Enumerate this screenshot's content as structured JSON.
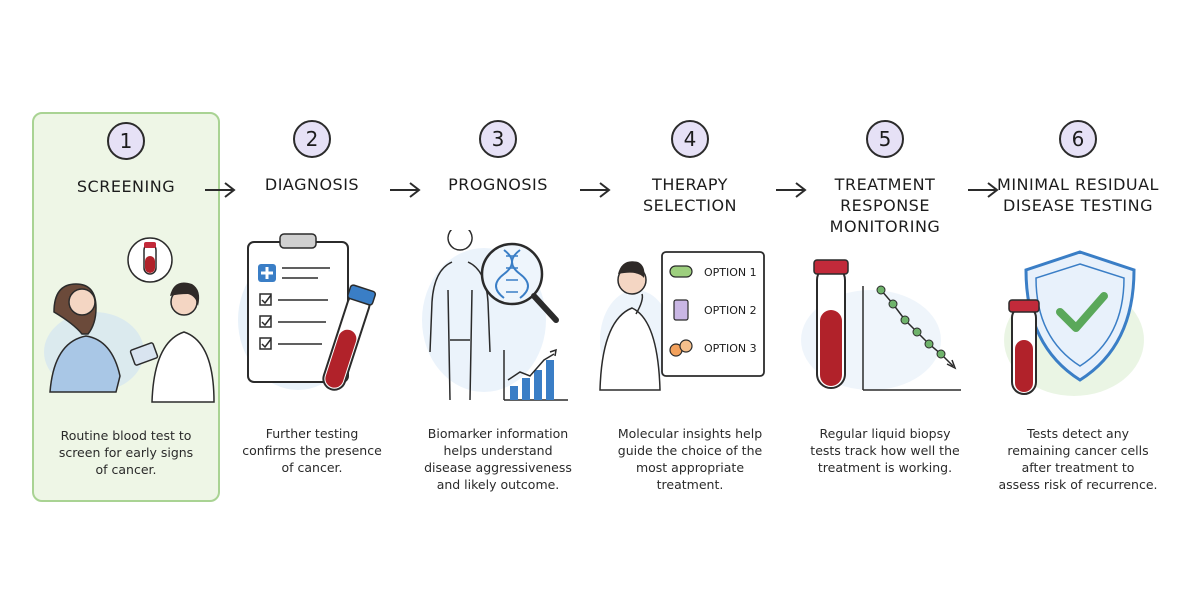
{
  "stages": [
    {
      "number": "1",
      "title": [
        "SCREENING"
      ],
      "desc": [
        "Routine blood test to",
        "screen for early signs",
        "of cancer."
      ]
    },
    {
      "number": "2",
      "title": [
        "DIAGNOSIS"
      ],
      "desc": [
        "Further testing",
        "confirms the presence",
        "of cancer."
      ]
    },
    {
      "number": "3",
      "title": [
        "PROGNOSIS"
      ],
      "desc": [
        "Biomarker information",
        "helps understand",
        "disease aggressiveness",
        "and likely outcome."
      ]
    },
    {
      "number": "4",
      "title": [
        "THERAPY",
        "SELECTION"
      ],
      "desc": [
        "Molecular insights help",
        "guide the choice of the",
        "most appropriate",
        "treatment."
      ],
      "options": [
        "OPTION 1",
        "OPTION 2",
        "OPTION 3"
      ]
    },
    {
      "number": "5",
      "title": [
        "TREATMENT",
        "RESPONSE",
        "MONITORING"
      ],
      "desc": [
        "Regular liquid biopsy",
        "tests track how well the",
        "treatment is working."
      ]
    },
    {
      "number": "6",
      "title": [
        "MINIMAL RESIDUAL",
        "DISEASE TESTING"
      ],
      "desc": [
        "Tests detect any",
        "remaining cancer cells",
        "after treatment to",
        "assess risk of recurrence."
      ]
    }
  ],
  "colors": {
    "highlight_fill": "#eef6e6",
    "highlight_border": "#a9d393",
    "number_fill": "#e6e1f6",
    "blood": "#b1222a",
    "accent_blue": "#3a7ec6"
  }
}
